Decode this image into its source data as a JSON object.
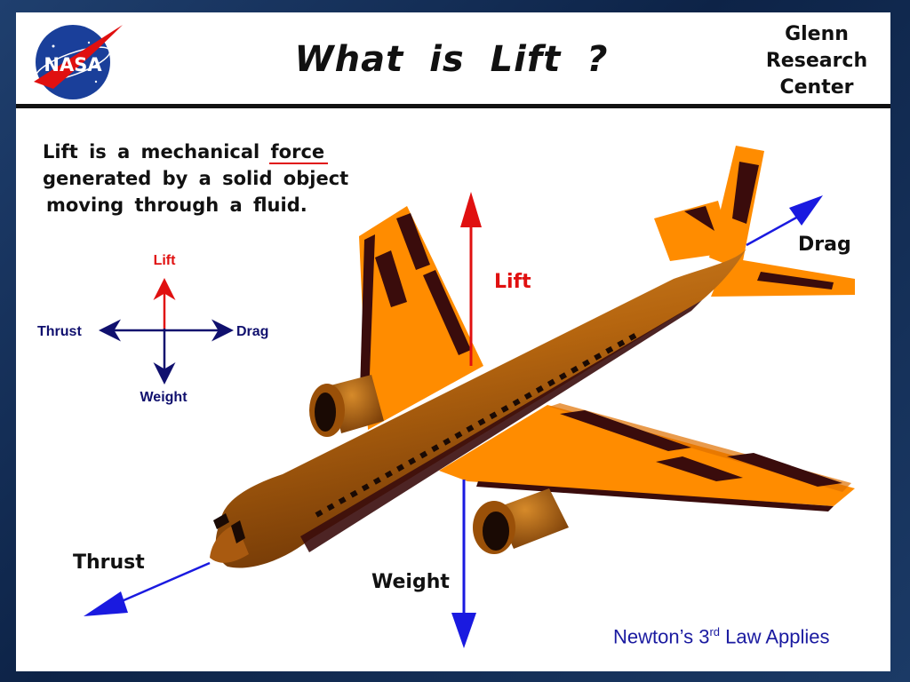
{
  "header": {
    "title": "What is Lift ?",
    "logo_text": "NASA",
    "center_lines": [
      "Glenn",
      "Research",
      "Center"
    ]
  },
  "definition": {
    "line1_pre": "Lift is a mechanical",
    "line1_emph": "force",
    "line2": "generated by a solid object",
    "line3": "moving through a fluid."
  },
  "small_diagram": {
    "lift": "Lift",
    "thrust": "Thrust",
    "drag": "Drag",
    "weight": "Weight"
  },
  "airplane_labels": {
    "lift": "Lift",
    "drag": "Drag",
    "thrust": "Thrust",
    "weight": "Weight"
  },
  "footer": {
    "pre": "Newton’s 3",
    "sup": "rd",
    "post": " Law Applies"
  },
  "colors": {
    "lift": "#e01010",
    "vector_blue": "#1a1ae0",
    "small_blue": "#10106e",
    "fuselage": "#b5650f",
    "wing": "#ff8c00",
    "stripe": "#3a0c0c",
    "logo_blue": "#1a3f9a",
    "logo_red": "#e01010"
  }
}
